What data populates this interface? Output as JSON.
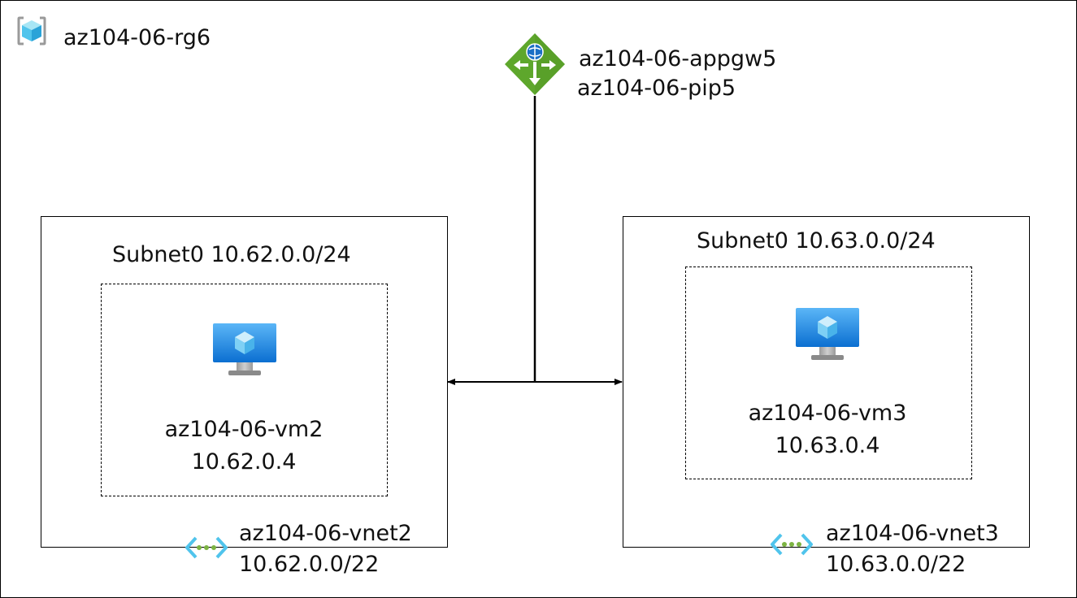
{
  "resource_group": {
    "name": "az104-06-rg6",
    "icon": "resource-group-icon"
  },
  "app_gateway": {
    "name": "az104-06-appgw5",
    "public_ip": "az104-06-pip5",
    "icon": "application-gateway-icon",
    "color": "#5ea72c"
  },
  "vnets": [
    {
      "name": "az104-06-vnet2",
      "address_space": "10.62.0.0/22",
      "icon": "virtual-network-icon",
      "subnet": {
        "label": "Subnet0 10.62.0.0/24",
        "vm": {
          "name": "az104-06-vm2",
          "ip": "10.62.0.4",
          "icon": "virtual-machine-icon"
        }
      }
    },
    {
      "name": "az104-06-vnet3",
      "address_space": "10.63.0.0/22",
      "icon": "virtual-network-icon",
      "subnet": {
        "label": "Subnet0 10.63.0.0/24",
        "vm": {
          "name": "az104-06-vm3",
          "ip": "10.63.0.4",
          "icon": "virtual-machine-icon"
        }
      }
    }
  ]
}
